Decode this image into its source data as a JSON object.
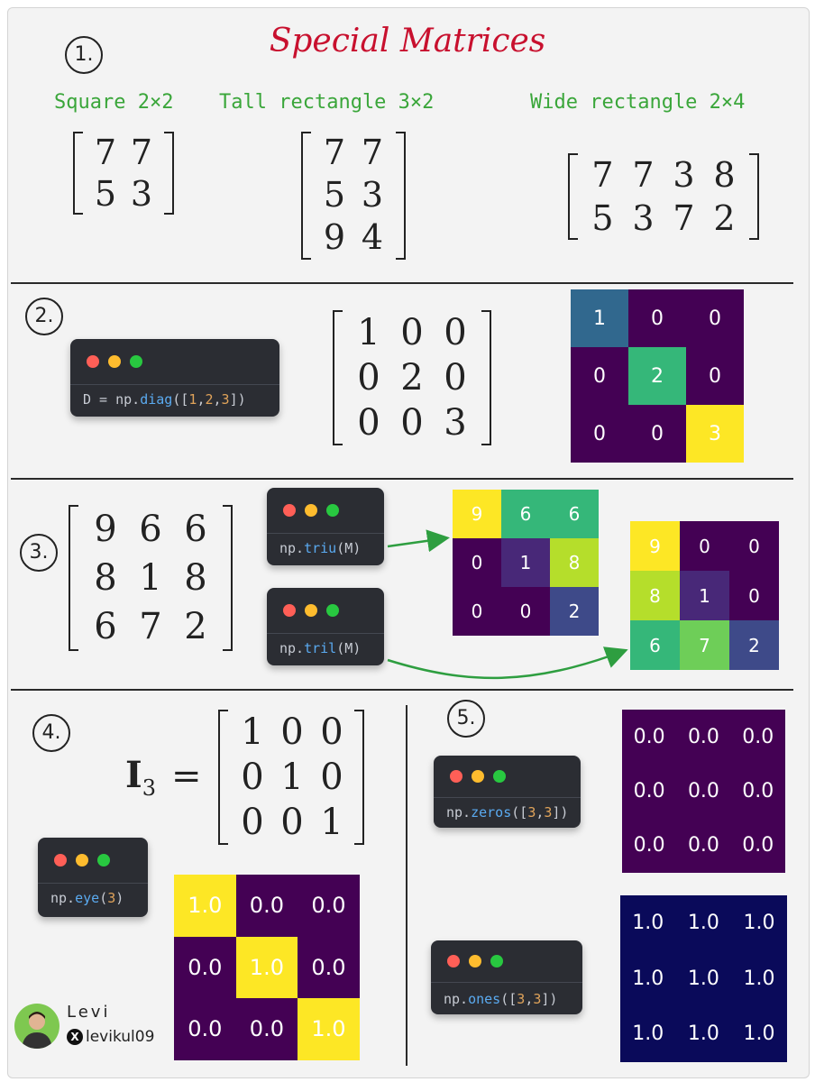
{
  "title": "Special Matrices",
  "section_numbers": [
    "1.",
    "2.",
    "3.",
    "4.",
    "5."
  ],
  "section1": {
    "square": {
      "label": "Square 2×2",
      "rows": [
        [
          "7",
          "7"
        ],
        [
          "5",
          "3"
        ]
      ]
    },
    "tall": {
      "label": "Tall rectangle 3×2",
      "rows": [
        [
          "7",
          "7"
        ],
        [
          "5",
          "3"
        ],
        [
          "9",
          "4"
        ]
      ]
    },
    "wide": {
      "label": "Wide rectangle 2×4",
      "rows": [
        [
          "7",
          "7",
          "3",
          "8"
        ],
        [
          "5",
          "3",
          "7",
          "2"
        ]
      ]
    }
  },
  "section2": {
    "code": {
      "prefix": "D = np.",
      "fn": "diag",
      "args_open": "([",
      "n1": "1",
      "c1": ",",
      "n2": "2",
      "c2": ",",
      "n3": "3",
      "args_close": "])"
    },
    "matrix": [
      [
        "1",
        "0",
        "0"
      ],
      [
        "0",
        "2",
        "0"
      ],
      [
        "0",
        "0",
        "3"
      ]
    ],
    "heatmap": {
      "values": [
        [
          "1",
          "0",
          "0"
        ],
        [
          "0",
          "2",
          "0"
        ],
        [
          "0",
          "0",
          "3"
        ]
      ],
      "colors": [
        [
          "#31688e",
          "#440154",
          "#440154"
        ],
        [
          "#440154",
          "#35b779",
          "#440154"
        ],
        [
          "#440154",
          "#440154",
          "#fde725"
        ]
      ]
    }
  },
  "section3": {
    "matrix": [
      [
        "9",
        "6",
        "6"
      ],
      [
        "8",
        "1",
        "8"
      ],
      [
        "6",
        "7",
        "2"
      ]
    ],
    "triu_code": {
      "prefix": "np.",
      "fn": "triu",
      "args": "(M)"
    },
    "tril_code": {
      "prefix": "np.",
      "fn": "tril",
      "args": "(M)"
    },
    "triu_heatmap": {
      "values": [
        [
          "9",
          "6",
          "6"
        ],
        [
          "0",
          "1",
          "8"
        ],
        [
          "0",
          "0",
          "2"
        ]
      ],
      "colors": [
        [
          "#fde725",
          "#35b779",
          "#35b779"
        ],
        [
          "#440154",
          "#482878",
          "#b5de2b"
        ],
        [
          "#440154",
          "#440154",
          "#3e4a89"
        ]
      ]
    },
    "tril_heatmap": {
      "values": [
        [
          "9",
          "0",
          "0"
        ],
        [
          "8",
          "1",
          "0"
        ],
        [
          "6",
          "7",
          "2"
        ]
      ],
      "colors": [
        [
          "#fde725",
          "#440154",
          "#440154"
        ],
        [
          "#b5de2b",
          "#482878",
          "#440154"
        ],
        [
          "#35b779",
          "#6ece58",
          "#3e4a89"
        ]
      ]
    }
  },
  "section4": {
    "identity_label": "I",
    "identity_sub": "3",
    "equals": "=",
    "matrix": [
      [
        "1",
        "0",
        "0"
      ],
      [
        "0",
        "1",
        "0"
      ],
      [
        "0",
        "0",
        "1"
      ]
    ],
    "code": {
      "prefix": "np.",
      "fn": "eye",
      "args_open": "(",
      "n": "3",
      "args_close": ")"
    },
    "heatmap": {
      "values": [
        [
          "1.0",
          "0.0",
          "0.0"
        ],
        [
          "0.0",
          "1.0",
          "0.0"
        ],
        [
          "0.0",
          "0.0",
          "1.0"
        ]
      ],
      "colors": [
        [
          "#fde725",
          "#440154",
          "#440154"
        ],
        [
          "#440154",
          "#fde725",
          "#440154"
        ],
        [
          "#440154",
          "#440154",
          "#fde725"
        ]
      ]
    }
  },
  "section5": {
    "zeros_code": {
      "prefix": "np.",
      "fn": "zeros",
      "args_open": "([",
      "n1": "3",
      "comma": ",",
      "n2": "3",
      "args_close": "])"
    },
    "ones_code": {
      "prefix": "np.",
      "fn": "ones",
      "args_open": "([",
      "n1": "3",
      "comma": ",",
      "n2": "3",
      "args_close": "])"
    },
    "zeros_heatmap": {
      "values": [
        [
          "0.0",
          "0.0",
          "0.0"
        ],
        [
          "0.0",
          "0.0",
          "0.0"
        ],
        [
          "0.0",
          "0.0",
          "0.0"
        ]
      ],
      "color": "#440154"
    },
    "ones_heatmap": {
      "values": [
        [
          "1.0",
          "1.0",
          "1.0"
        ],
        [
          "1.0",
          "1.0",
          "1.0"
        ],
        [
          "1.0",
          "1.0",
          "1.0"
        ]
      ],
      "color": "#0a0a5a"
    }
  },
  "author": {
    "name": "Levi",
    "handle": "levikul09"
  },
  "colors": {
    "title": "#c8102e",
    "label_green": "#3aa63a",
    "arrow_green": "#2e9e40",
    "terminal_bg": "#2b2d33",
    "dot_red": "#ff5f57",
    "dot_yellow": "#febc2e",
    "dot_green": "#28c840"
  }
}
